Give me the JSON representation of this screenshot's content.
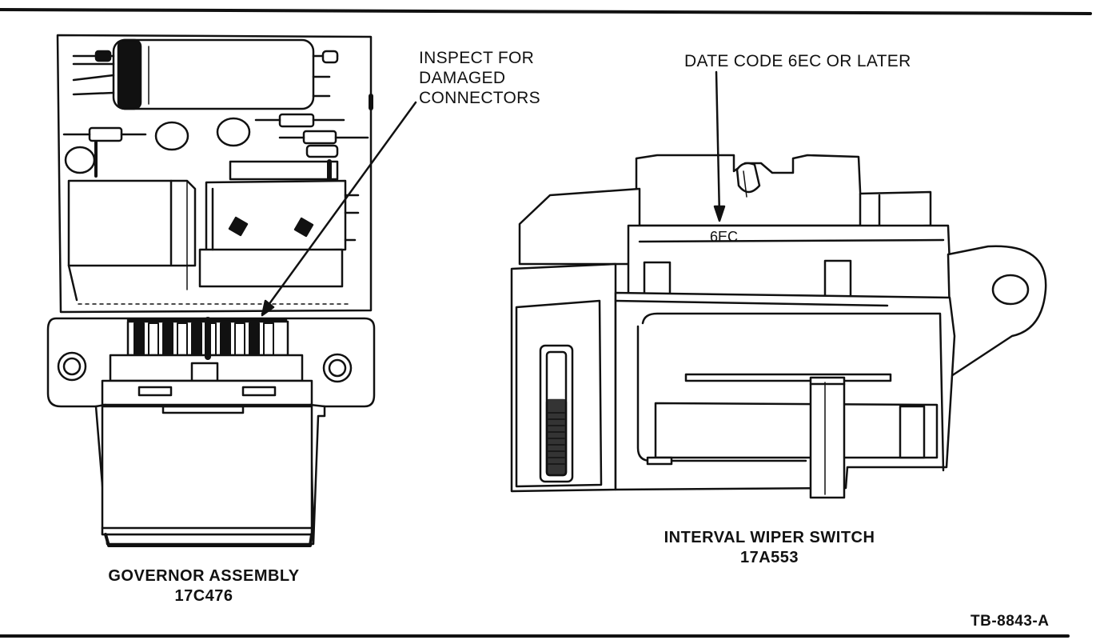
{
  "callouts": {
    "inspect_line1": "INSPECT FOR",
    "inspect_line2": "DAMAGED",
    "inspect_line3": "CONNECTORS",
    "date_code": "DATE CODE 6EC OR LATER",
    "switch_stamp": "6EC"
  },
  "captions": {
    "governor_name": "GOVERNOR ASSEMBLY",
    "governor_part": "17C476",
    "switch_name": "INTERVAL WIPER SWITCH",
    "switch_part": "17A553"
  },
  "figure_id": "TB-8843-A",
  "colors": {
    "ink": "#111111",
    "paper": "#ffffff"
  }
}
